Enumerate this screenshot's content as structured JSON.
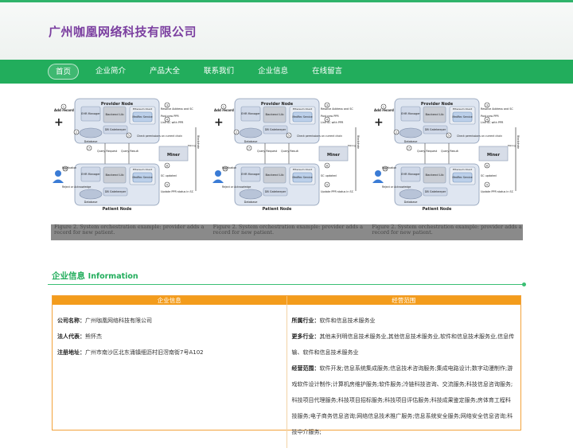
{
  "header": {
    "title": "广州咖凰网络科技有限公司"
  },
  "nav": {
    "items": [
      {
        "label": "首页",
        "active": true
      },
      {
        "label": "企业简介"
      },
      {
        "label": "产品大全"
      },
      {
        "label": "联系我们"
      },
      {
        "label": "企业信息"
      },
      {
        "label": "在线留言"
      }
    ]
  },
  "banner": {
    "diagram": {
      "provider_node": "Provider Node",
      "patient_node": "Patient Node",
      "ehr_manager": "EHR Manager",
      "backend_lib": "Backend Lib",
      "ethereum_client": "Ethereum Client",
      "medrec_service": "MedRec Service",
      "db_gatekeeper": "DB Gatekeeper",
      "database": "Database",
      "miner": "Miner",
      "blockchain": "Blockchain",
      "add_record": "Add record",
      "notification": "Notification",
      "reject_ack": "Reject or Acknowledge",
      "update": "Update",
      "query_request": "Query Request",
      "query_result": "Query Result",
      "resolve": "Resolve Address and SC",
      "post_ppr": "Post new PPR",
      "link_sc": "Link SC with PPR",
      "check_perm": "Check permissions on current chain",
      "mining": "Mining",
      "sc_updated": "SC updated",
      "update_ppr": "Update PPR status in SC"
    },
    "caption": "Figure 2. System orchestration example: provider adds a record for new patient."
  },
  "section": {
    "title": "企业信息",
    "title_en": "Information"
  },
  "info": {
    "left_header": "企业信息",
    "right_header": "经营范围",
    "company_label": "公司名称：",
    "company_value": "广州咖凰网络科技有限公司",
    "legal_label": "法人代表：",
    "legal_value": "熊怀杰",
    "address_label": "注册地址：",
    "address_value": "广州市南沙区北东涌镇细沥村旧滘南街7号A102",
    "industry_label": "所属行业：",
    "industry_value": "软件和信息技术服务业",
    "more_label": "更多行业：",
    "more_value": "其他未列明信息技术服务业,其他信息技术服务业,软件和信息技术服务业,信息传输、软件和信息技术服务业",
    "scope_label": "经营范围：",
    "scope_value": "软件开发;信息系统集成服务;信息技术咨询服务;集成电路设计;数字动漫制作;游戏软件设计制作;计算机房维护服务;软件服务;冷链科技咨询、交流服务;科技信息咨询服务;科技项目代理服务;科技项目招标服务;科技项目评估服务;科技成果鉴定服务;房体育工程科技服务;电子商务信息咨询;网络信息技术推广服务;信息系统安全服务;网络安全信息咨询;科技中介服务;"
  },
  "colors": {
    "brand_green": "#22ad5c",
    "title_purple": "#7b3fa0",
    "table_orange": "#f39c1c"
  }
}
